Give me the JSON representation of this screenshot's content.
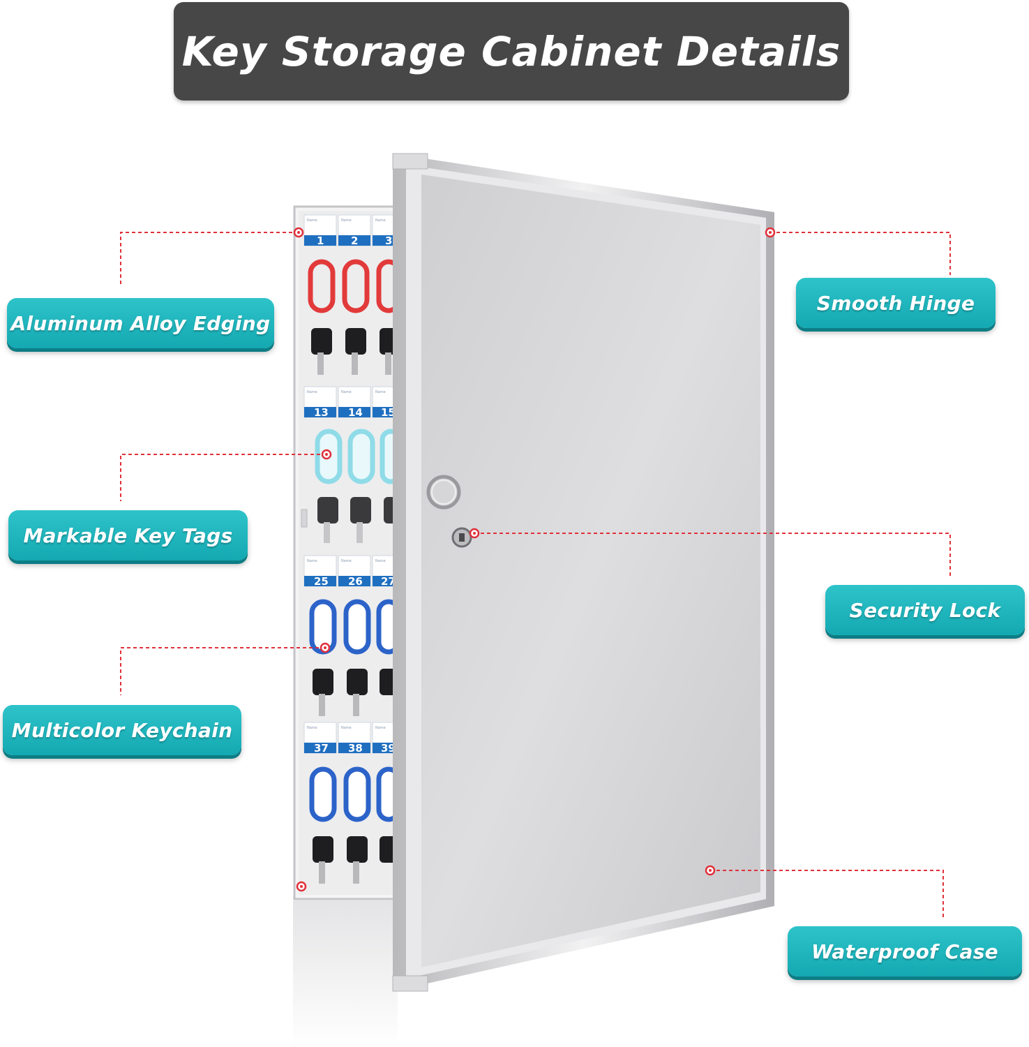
{
  "title": "Key Storage Cabinet Details",
  "colors": {
    "banner": "#474747",
    "callout": "#1ab3bb",
    "leader_line": "#e0303a",
    "red_tag": "#e23a3a",
    "light_tag": "#8fdbe8",
    "blue_tag": "#2c63c9"
  },
  "callouts": {
    "aluminum_alloy_edging": "Aluminum Alloy Edging",
    "markable_key_tags": "Markable Key Tags",
    "multicolor_keychain": "Multicolor Keychain",
    "smooth_hinge": "Smooth Hinge",
    "security_lock": "Security Lock",
    "waterproof_case": "Waterproof Case"
  },
  "slots": {
    "row1": [
      "1",
      "2",
      "3"
    ],
    "row2": [
      "13",
      "14",
      "15"
    ],
    "row3": [
      "25",
      "26",
      "27"
    ],
    "row4": [
      "37",
      "38",
      "39"
    ],
    "name_label": "Name"
  }
}
